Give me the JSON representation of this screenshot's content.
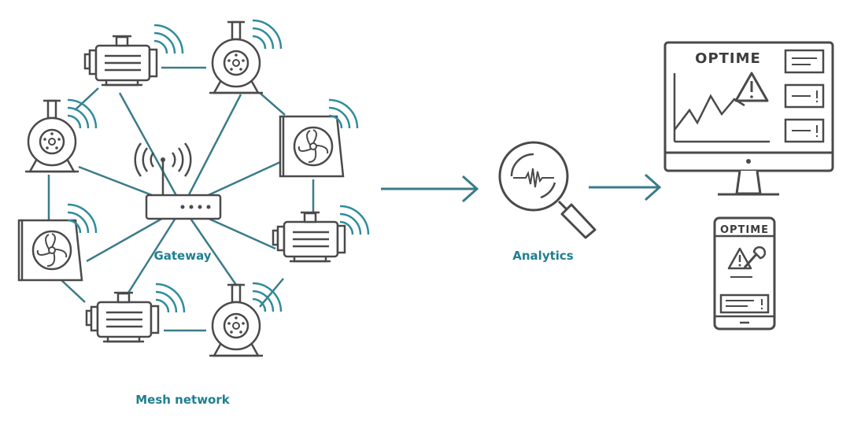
{
  "labels": {
    "gateway": "Gateway",
    "mesh_network": "Mesh network",
    "analytics": "Analytics"
  },
  "monitor": {
    "brand": "OPTIME"
  },
  "phone": {
    "brand": "OPTIME"
  },
  "colors": {
    "accent": "#1f7f90",
    "link": "#3b7b88",
    "outline": "#4a4a4a",
    "wave": "#2f8c9b"
  },
  "icons": {
    "gateway": "router-icon",
    "analytics": "magnifier-waveform-icon",
    "monitor": "desktop-monitor-icon",
    "phone": "smartphone-icon",
    "sensors": [
      "electric-motor-icon",
      "pump-icon",
      "fan-icon"
    ]
  }
}
